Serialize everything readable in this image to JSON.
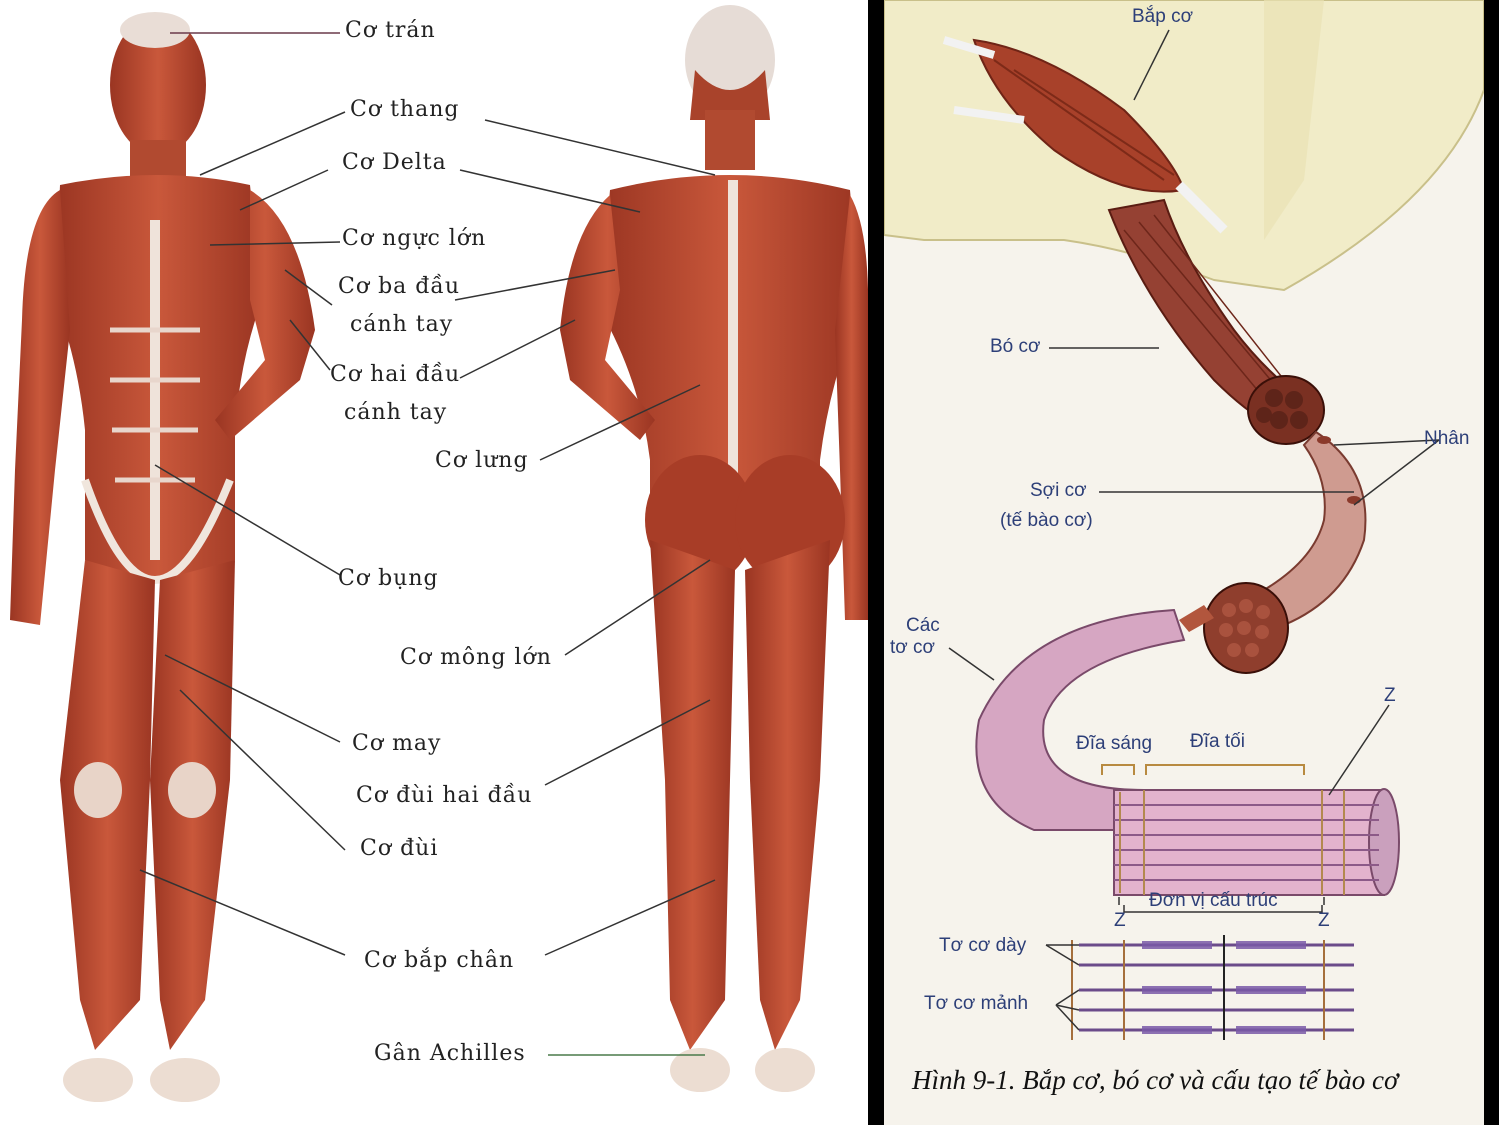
{
  "left_figure": {
    "labels": {
      "co_tran": "Cơ trán",
      "co_thang": "Cơ thang",
      "co_delta": "Cơ Delta",
      "co_nguc_lon": "Cơ ngực lớn",
      "co_ba_dau_1": "Cơ ba đầu",
      "co_ba_dau_2": "cánh tay",
      "co_hai_dau_1": "Cơ hai đầu",
      "co_hai_dau_2": "cánh tay",
      "co_lung": "Cơ lưng",
      "co_bung": "Cơ bụng",
      "co_mong_lon": "Cơ mông lớn",
      "co_may": "Cơ may",
      "co_dui_hai_dau": "Cơ đùi hai đầu",
      "co_dui": "Cơ đùi",
      "co_bap_chan": "Cơ bắp chân",
      "gan_achilles": "Gân Achilles"
    }
  },
  "right_figure": {
    "labels": {
      "bap_co": "Bắp cơ",
      "bo_co": "Bó cơ",
      "nhan": "Nhân",
      "soi_co_1": "Sợi cơ",
      "soi_co_2": "(tế bào cơ)",
      "cac_to_co_1": "Các",
      "cac_to_co_2": "tơ cơ",
      "z_top": "Z",
      "dia_sang": "Đĩa sáng",
      "dia_toi": "Đĩa tối",
      "don_vi_cau_truc": "Đơn vị cấu trúc",
      "z_left": "Z",
      "z_right": "Z",
      "to_co_day": "Tơ cơ dày",
      "to_co_manh": "Tơ cơ mảnh"
    },
    "caption": "Hình 9-1. Bắp cơ, bó cơ và cấu tạo tế bào cơ"
  },
  "colors": {
    "muscle": "#b5482f",
    "muscle_dark": "#8e2f1e",
    "tendon": "#efe6da",
    "fiber": "#c89ab8",
    "label_blue": "#2d3f78"
  }
}
